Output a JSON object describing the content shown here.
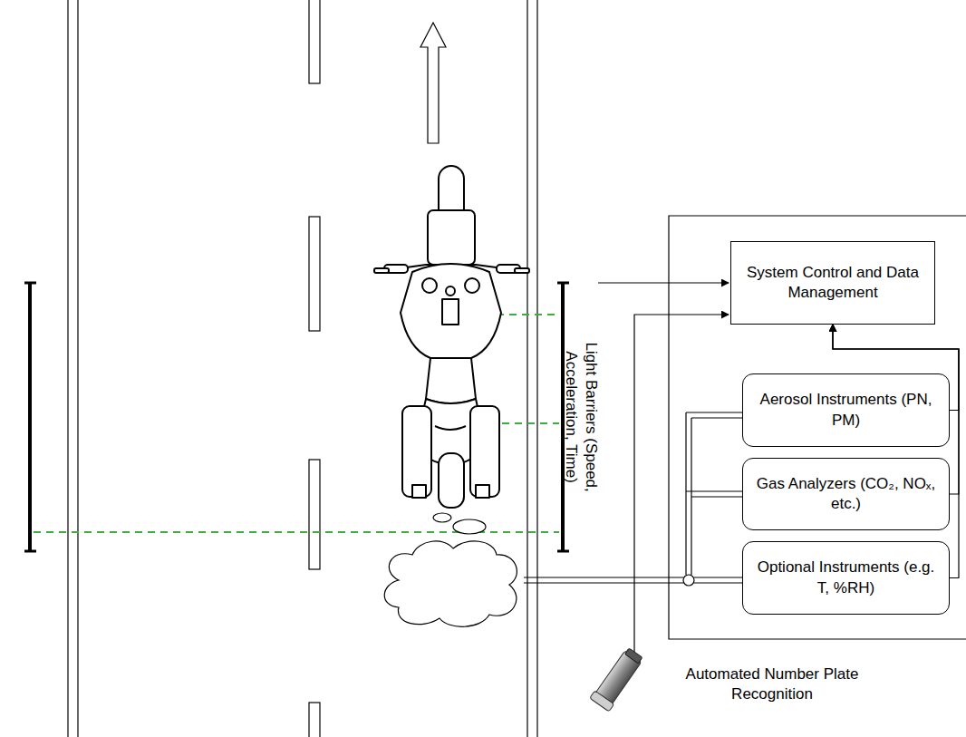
{
  "diagram": {
    "nodes": [
      {
        "text": [
          "System Control and Data Management"
        ]
      },
      {
        "text": [
          "Aerosol Instruments (PN, PM)"
        ]
      },
      {
        "text": [
          "Gas Analyzers (CO₂, NOₓ, etc.)"
        ]
      },
      {
        "text": [
          "Optional Instruments (e.g. T, %RH)"
        ]
      }
    ],
    "edges": [
      {
        "from": 1,
        "to": 0,
        "arrow": "to"
      },
      {
        "from": 2,
        "to": 0,
        "arrow": "to"
      },
      {
        "from": 3,
        "to": 0,
        "arrow": "to"
      }
    ],
    "labels": [
      "Light Barriers (Speed, Acceleration, Time)",
      "Automated Number Plate Recognition"
    ]
  }
}
